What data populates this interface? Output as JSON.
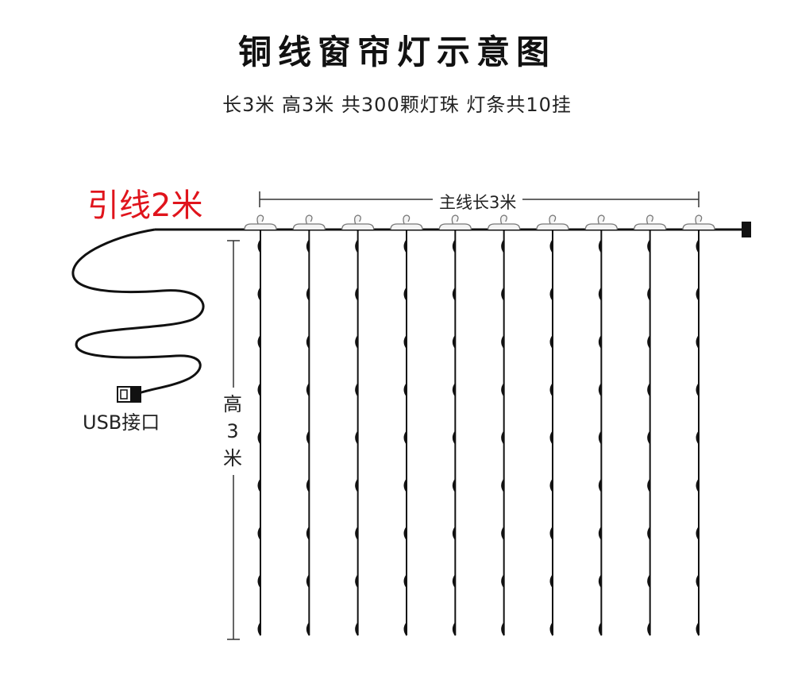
{
  "title": "铜线窗帘灯示意图",
  "subtitle": "长3米 高3米 共300颗灯珠 灯条共10挂",
  "lead_label": "引线2米",
  "usb_label": "USB接口",
  "main_line_label": "主线长3米",
  "height_label": [
    "高",
    "3",
    "米"
  ],
  "strand_count": 10,
  "beads_per_strand": 9,
  "colors": {
    "lead_label": "#e0141c",
    "wire": "#111111",
    "text": "#222222"
  }
}
